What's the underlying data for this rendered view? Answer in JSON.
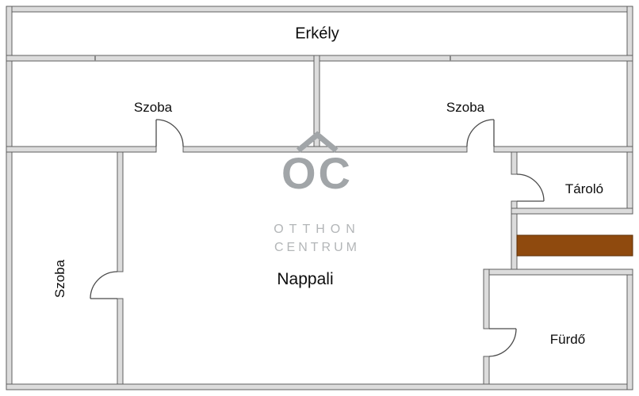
{
  "rooms": {
    "erkely": "Erkély",
    "szoba_top_left": "Szoba",
    "szoba_top_right": "Szoba",
    "szoba_left": "Szoba",
    "nappali": "Nappali",
    "tarolo": "Tároló",
    "furdo": "Fürdő"
  },
  "watermark": {
    "monogram": "OC",
    "line1": "OTTHON",
    "line2": "CENTRUM"
  },
  "colors": {
    "wall_fill": "#dcdcdc",
    "wall_stroke": "#5f5f5f",
    "accent_brown": "#8f4a0e",
    "accent_brown_border": "#5e3008",
    "watermark_gray": "#a1a5a8"
  }
}
